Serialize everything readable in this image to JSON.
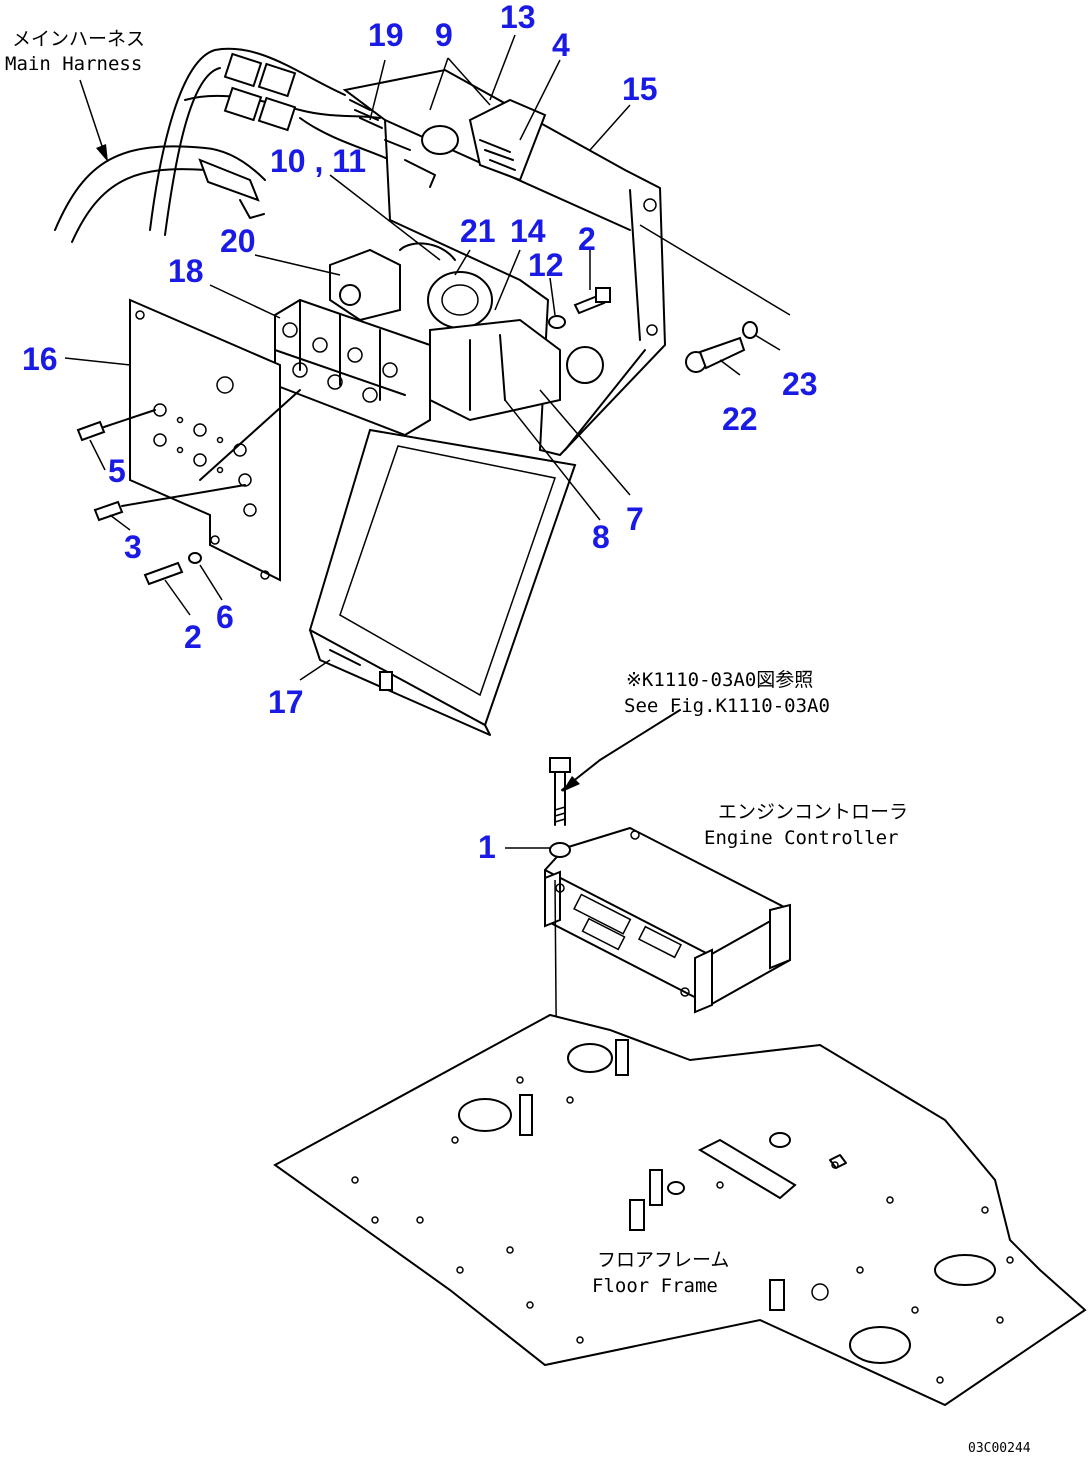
{
  "labels": {
    "main_harness_jp": "メインハーネス",
    "main_harness_en": "Main Harness",
    "engine_controller_jp": "エンジンコントローラ",
    "engine_controller_en": "Engine Controller",
    "floor_frame_jp": "フロアフレーム",
    "floor_frame_en": "Floor Frame",
    "see_fig_jp": "※K1110-03A0図参照",
    "see_fig_en": "See Fig.K1110-03A0",
    "drawing_code": "03C00244"
  },
  "callouts": {
    "c19": "19",
    "c9": "9",
    "c13": "13",
    "c4": "4",
    "c15": "15",
    "c10_11": "10 , 11",
    "c21": "21",
    "c14": "14",
    "c2a": "2",
    "c12": "12",
    "c20": "20",
    "c18": "18",
    "c16": "16",
    "c22": "22",
    "c23": "23",
    "c5": "5",
    "c3": "3",
    "c6": "6",
    "c2b": "2",
    "c7": "7",
    "c8": "8",
    "c17": "17",
    "c1": "1"
  }
}
